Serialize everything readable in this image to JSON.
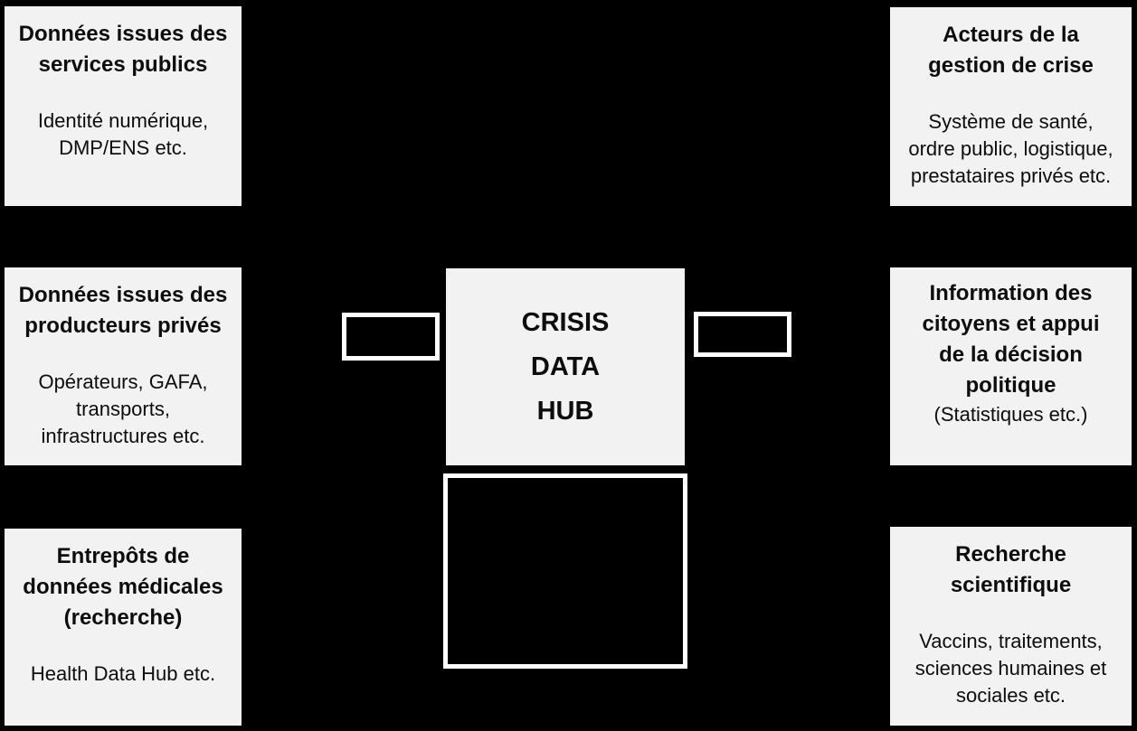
{
  "colors": {
    "background": "#000000",
    "box_fill": "#f2f2f2",
    "text": "#0d0d0d",
    "connector_fill": "#000000",
    "connector_border": "#ffffff"
  },
  "center_hub": {
    "label": "CRISIS\nDATA\nHUB"
  },
  "sources": [
    {
      "title": "Données issues des\nservices publics",
      "body": "Identité numérique,\nDMP/ENS etc."
    },
    {
      "title": "Données issues des\nproducteurs privés",
      "body": "Opérateurs, GAFA,\ntransports,\ninfrastructures etc."
    },
    {
      "title": "Entrepôts de\ndonnées médicales\n(recherche)",
      "body": "Health Data Hub etc."
    }
  ],
  "uses": [
    {
      "title": "Acteurs de la\ngestion de crise",
      "body": "Système de santé,\nordre public, logistique,\nprestataires privés etc."
    },
    {
      "title": "Information des\ncitoyens et appui\nde la décision\npolitique",
      "subtitle": "(Statistiques etc.)"
    },
    {
      "title": "Recherche\nscientifique",
      "body": "Vaccins, traitements,\nsciences humaines et\nsociales etc."
    }
  ]
}
